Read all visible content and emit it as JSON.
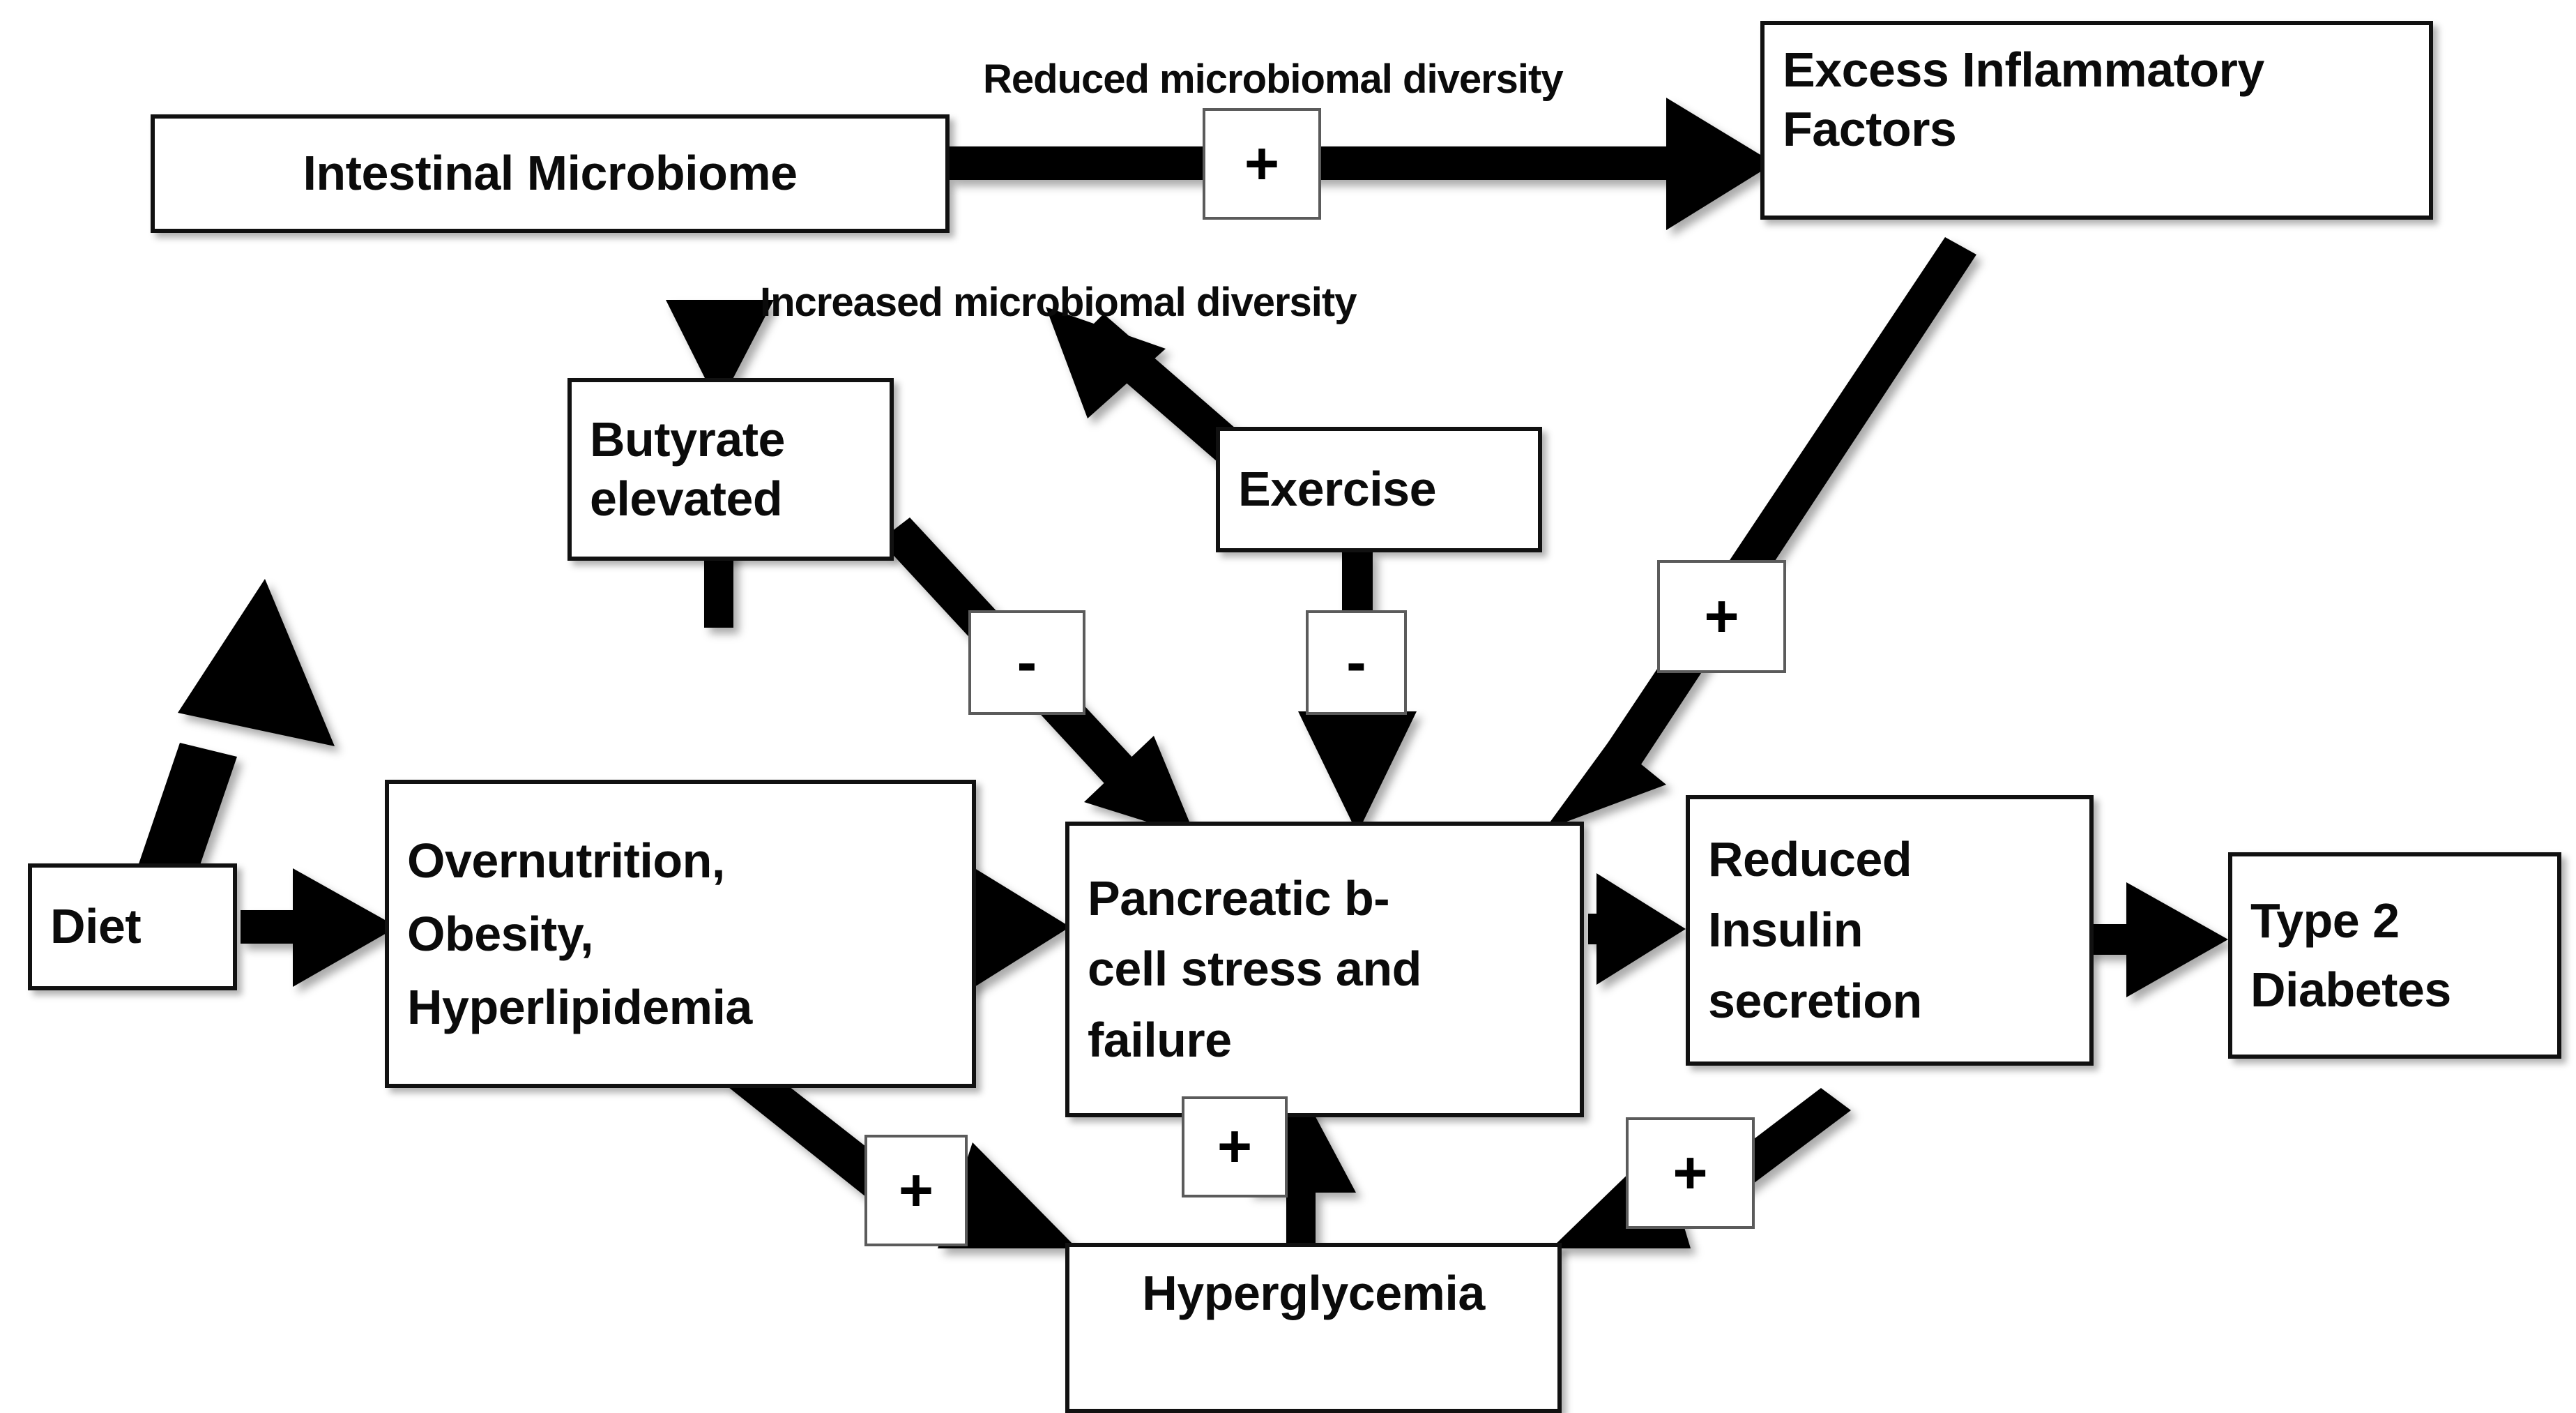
{
  "diagram": {
    "title": "Intestinal microbiome and type 2 diabetes pathway",
    "background_color": "#ffffff",
    "node_fill": "#ffffff",
    "node_border_color": "#111111",
    "connector_color": "#000000",
    "sign_border_color": "#5b5b5b"
  },
  "nodes": {
    "intestinal_microbiome": "Intestinal Microbiome",
    "excess_inflammatory_factors": "Excess   Inflammatory\nFactors",
    "butyrate_elevated": "Butyrate\nelevated",
    "exercise": "Exercise",
    "diet": "Diet",
    "overnutrition": "Overnutrition,\nObesity,\nHyperlipidemia",
    "pancreatic_bcell": "Pancreatic b-\ncell stress and\n failure",
    "reduced_insulin": "Reduced\nInsulin\nsecretion",
    "type2_diabetes": "Type 2\nDiabetes",
    "hyperglycemia": "Hyperglycemia"
  },
  "edge_labels": {
    "reduced_diversity": "Reduced microbiomal diversity",
    "increased_diversity": "Increased microbiomal diversity"
  },
  "signs": {
    "microbiome_to_inflammatory": "+",
    "inflammatory_to_pancreatic": "+",
    "butyrate_to_pancreatic": "-",
    "exercise_to_pancreatic": "-",
    "overnutrition_to_hyperglycemia": "+",
    "hyperglycemia_to_pancreatic": "+",
    "insulin_to_hyperglycemia": "+"
  }
}
